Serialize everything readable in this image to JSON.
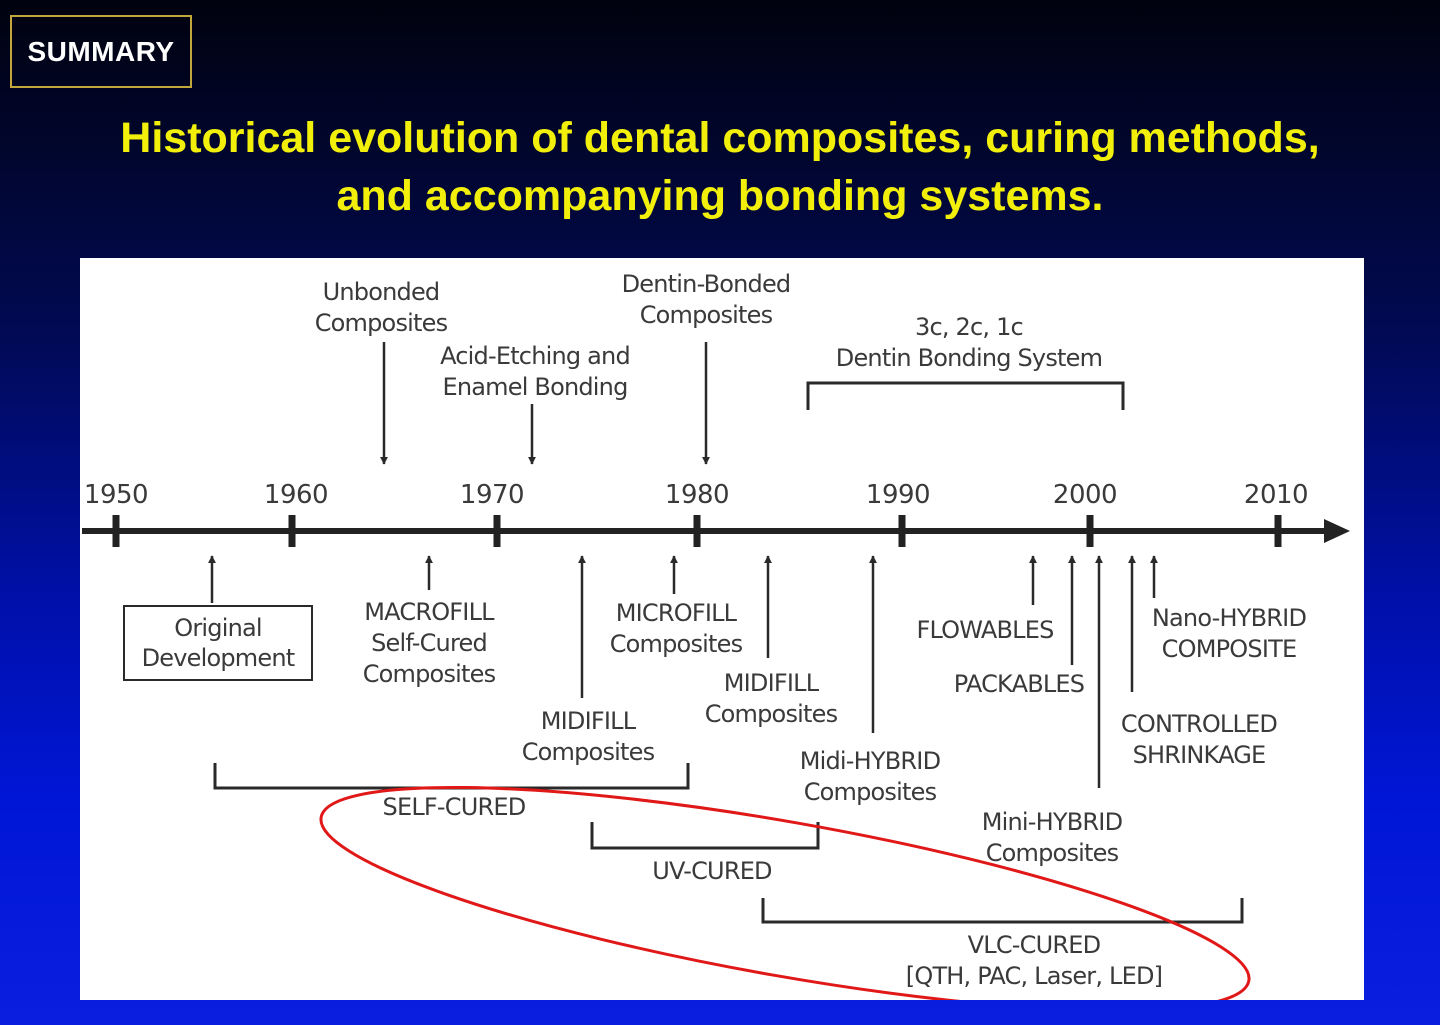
{
  "slide": {
    "tag": "SUMMARY",
    "title_line_1": "Historical evolution of dental composites, curing methods,",
    "title_line_2": "and accompanying bonding systems.",
    "colors": {
      "background_top": "#01020e",
      "background_bottom": "#0a1ee0",
      "title": "#f2f00a",
      "tag_border": "#c4a73c",
      "highlight_ellipse": "#e01818"
    }
  },
  "timeline": {
    "years": [
      "1950",
      "1960",
      "1970",
      "1980",
      "1990",
      "2000",
      "2010"
    ],
    "events_above": [
      {
        "lines": [
          "Unbonded",
          "Composites"
        ]
      },
      {
        "lines": [
          "Acid-Etching and",
          "Enamel Bonding"
        ]
      },
      {
        "lines": [
          "Dentin-Bonded",
          "Composites"
        ]
      },
      {
        "lines": [
          "3c, 2c, 1c",
          "Dentin Bonding System"
        ]
      }
    ],
    "events_below": [
      {
        "lines": [
          "Original",
          "Development"
        ]
      },
      {
        "lines": [
          "MACROFILL",
          "Self-Cured",
          "Composites"
        ]
      },
      {
        "lines": [
          "MIDIFILL",
          "Composites"
        ]
      },
      {
        "lines": [
          "MICROFILL",
          "Composites"
        ]
      },
      {
        "lines": [
          "MIDIFILL",
          "Composites"
        ]
      },
      {
        "lines": [
          "Midi-HYBRID",
          "Composites"
        ]
      },
      {
        "lines": [
          "FLOWABLES"
        ]
      },
      {
        "lines": [
          "PACKABLES"
        ]
      },
      {
        "lines": [
          "Mini-HYBRID",
          "Composites"
        ]
      },
      {
        "lines": [
          "Nano-HYBRID",
          "COMPOSITE"
        ]
      },
      {
        "lines": [
          "CONTROLLED",
          "SHRINKAGE"
        ]
      }
    ],
    "curing_periods": [
      {
        "lines": [
          "SELF-CURED"
        ]
      },
      {
        "lines": [
          "UV-CURED"
        ]
      },
      {
        "lines": [
          "VLC-CURED",
          "[QTH, PAC, Laser, LED]"
        ]
      }
    ]
  }
}
